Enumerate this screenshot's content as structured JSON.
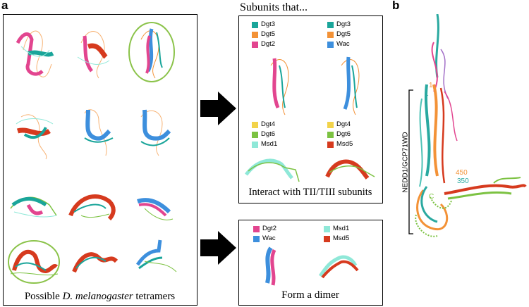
{
  "panel_labels": {
    "a": "a",
    "b": "b"
  },
  "captions": {
    "tetramers_prefix": "Possible ",
    "tetramers_species": "D. melanogaster",
    "tetramers_suffix": " tetramers",
    "subunits_that": "Subunits that...",
    "interact": "Interact with TII/TIII subunits",
    "dimer": "Form a dimer"
  },
  "legend_top_left": [
    {
      "label": "Dgt3",
      "color": "#1aa59a"
    },
    {
      "label": "Dgt5",
      "color": "#f39237"
    },
    {
      "label": "Dgt2",
      "color": "#e2458f"
    }
  ],
  "legend_top_right": [
    {
      "label": "Dgt3",
      "color": "#1aa59a"
    },
    {
      "label": "Dgt5",
      "color": "#f39237"
    },
    {
      "label": "Wac",
      "color": "#3d8fdd"
    }
  ],
  "legend_mid_left": [
    {
      "label": "Dgt4",
      "color": "#f2d34a"
    },
    {
      "label": "Dgt6",
      "color": "#7cc242"
    },
    {
      "label": "Msd1",
      "color": "#8fe8d8"
    }
  ],
  "legend_mid_right": [
    {
      "label": "Dgt4",
      "color": "#f2d34a"
    },
    {
      "label": "Dgt6",
      "color": "#7cc242"
    },
    {
      "label": "Msd5",
      "color": "#d63a1e"
    }
  ],
  "legend_dimer_left": [
    {
      "label": "Dgt2",
      "color": "#e2458f"
    },
    {
      "label": "Wac",
      "color": "#3d8fdd"
    }
  ],
  "legend_dimer_right": [
    {
      "label": "Msd1",
      "color": "#8fe8d8"
    },
    {
      "label": "Msd5",
      "color": "#d63a1e"
    }
  ],
  "structure_b": {
    "side_label": "NEDD1/GCP71WD",
    "residue_labels": [
      {
        "text": "1",
        "color": "#2aa9a0"
      },
      {
        "text": "1",
        "color": "#f39237"
      },
      {
        "text": "450",
        "color": "#f39237"
      },
      {
        "text": "350",
        "color": "#2aa9a0"
      },
      {
        "text": "C",
        "color": "#7cc242"
      }
    ]
  }
}
